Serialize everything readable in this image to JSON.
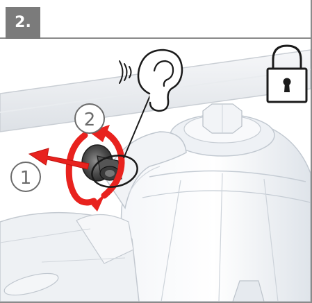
{
  "step": {
    "label": "2."
  },
  "callouts": [
    {
      "label": "1",
      "meaning": ""
    },
    {
      "label": "2",
      "meaning": ""
    }
  ],
  "icons": [
    "ear-icon",
    "sound-waves-icon",
    "lock-icon",
    "pull-arrow-icon",
    "rotate-arrow-icon"
  ],
  "colors": {
    "badge": "#7b7b7b",
    "arrow": "#e8221e",
    "outline": "#1a1a1a"
  }
}
